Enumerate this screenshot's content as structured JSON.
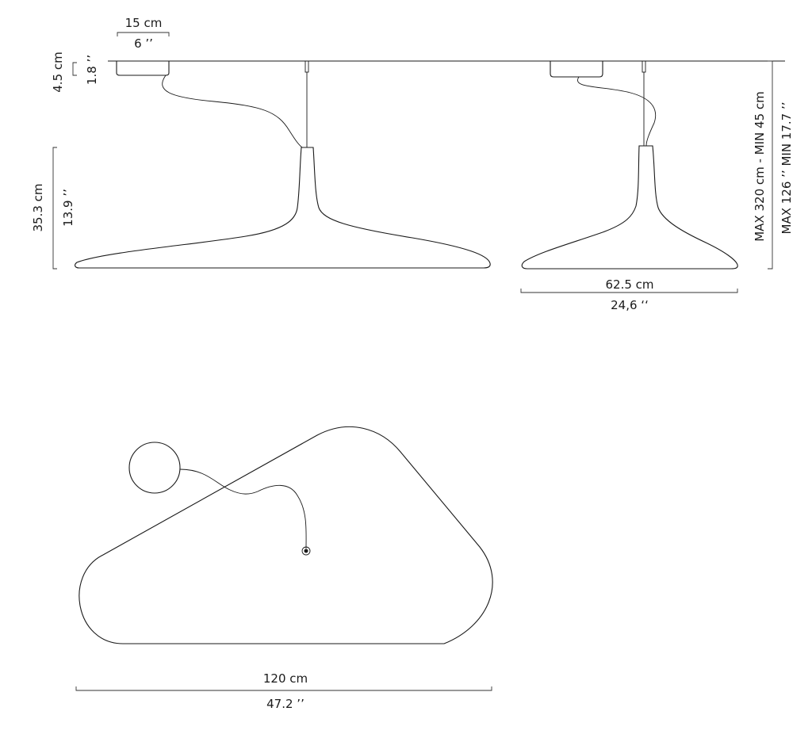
{
  "dimensions": {
    "canopy_width_cm": "15 cm",
    "canopy_width_in": "6 ’’",
    "canopy_height_cm": "4.5 cm",
    "canopy_height_in": "1.8 ’’",
    "shade_height_cm": "35.3 cm",
    "shade_height_in": "13.9 ’’",
    "drop_cm": "MAX 320 cm - MIN 45 cm",
    "drop_in": "MAX 126 ’’ MIN 17.7 ’’",
    "side_width_cm": "62.5 cm",
    "side_width_in": "24,6 ‘‘",
    "total_width_cm": "120 cm",
    "total_width_in": "47.2 ’’"
  },
  "colors": {
    "stroke": "#1a1a1a",
    "background": "#ffffff"
  }
}
